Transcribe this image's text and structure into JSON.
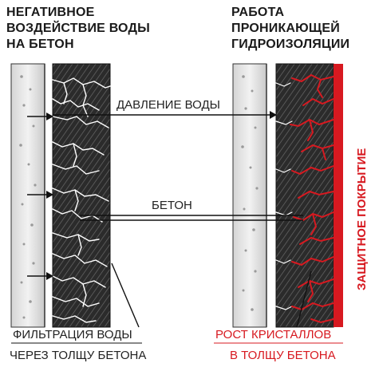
{
  "left_heading": [
    "НЕГАТИВНОЕ",
    "ВОЗДЕЙСТВИЕ ВОДЫ",
    "НА БЕТОН"
  ],
  "right_heading": [
    "РАБОТА",
    "ПРОНИКАЮЩЕЙ",
    "ГИДРОИЗОЛЯЦИИ"
  ],
  "labels": {
    "water_pressure": "ДАВЛЕНИЕ ВОДЫ",
    "concrete": "БЕТОН",
    "filtration_line1": "ФИЛЬТРАЦИЯ ВОДЫ",
    "filtration_line2": "ЧЕРЕЗ ТОЛЩУ БЕТОНА",
    "crystal_line1": "РОСТ КРИСТАЛЛОВ",
    "crystal_line2": "В ТОЛЩУ БЕТОНА",
    "protective_coating": "ЗАЩИТНОЕ ПОКРЫТИЕ"
  },
  "colors": {
    "accent_red": "#d71920",
    "concrete_dark": "#2b2b2b",
    "water_column": "#e6e6e6",
    "text": "#222222"
  },
  "icons": [
    "arrow-right-icon"
  ]
}
